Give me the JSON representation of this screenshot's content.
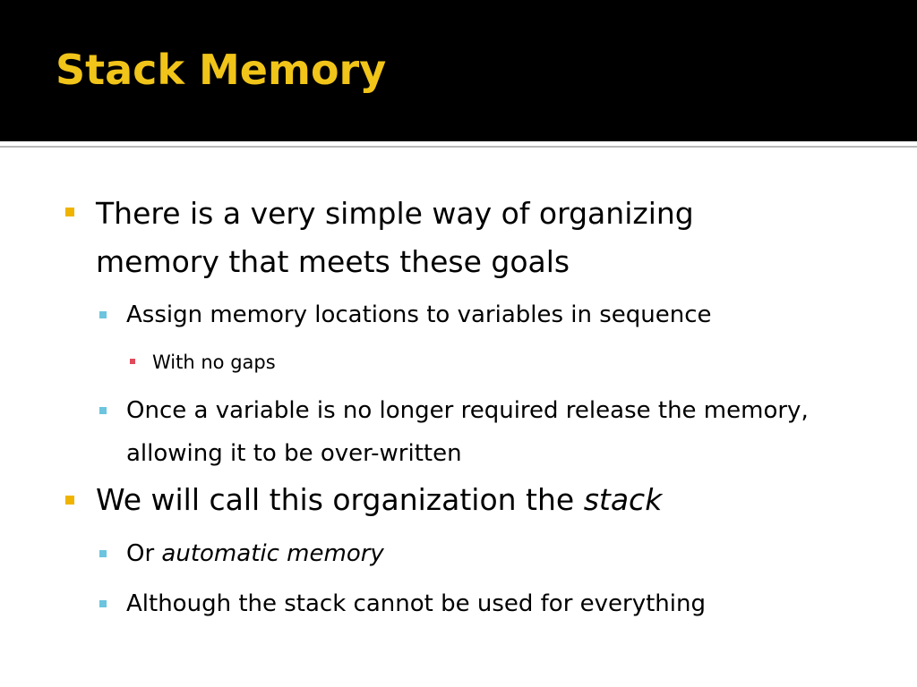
{
  "slide": {
    "title": "Stack Memory",
    "colors": {
      "title_bar": "#000000",
      "title_text": "#f0c419",
      "level1_bullet": "#f0b400",
      "level2_bullet": "#6cc4de",
      "level3_bullet": "#e04a5a",
      "rule": "#b8b8b8"
    },
    "bullets": [
      {
        "level": 1,
        "text": "There is a very simple way of organizing memory that meets these goals"
      },
      {
        "level": 2,
        "text": "Assign memory locations to variables in sequence"
      },
      {
        "level": 3,
        "text": "With no gaps"
      },
      {
        "level": 2,
        "text": "Once a variable is no longer required release the memory, allowing it to be over-written"
      },
      {
        "level": 1,
        "text_prefix": "We will call this organization the ",
        "text_emphasis": "stack"
      },
      {
        "level": 2,
        "text_prefix": "Or ",
        "text_emphasis": "automatic memory"
      },
      {
        "level": 2,
        "text": "Although the stack cannot be used for everything"
      }
    ]
  }
}
